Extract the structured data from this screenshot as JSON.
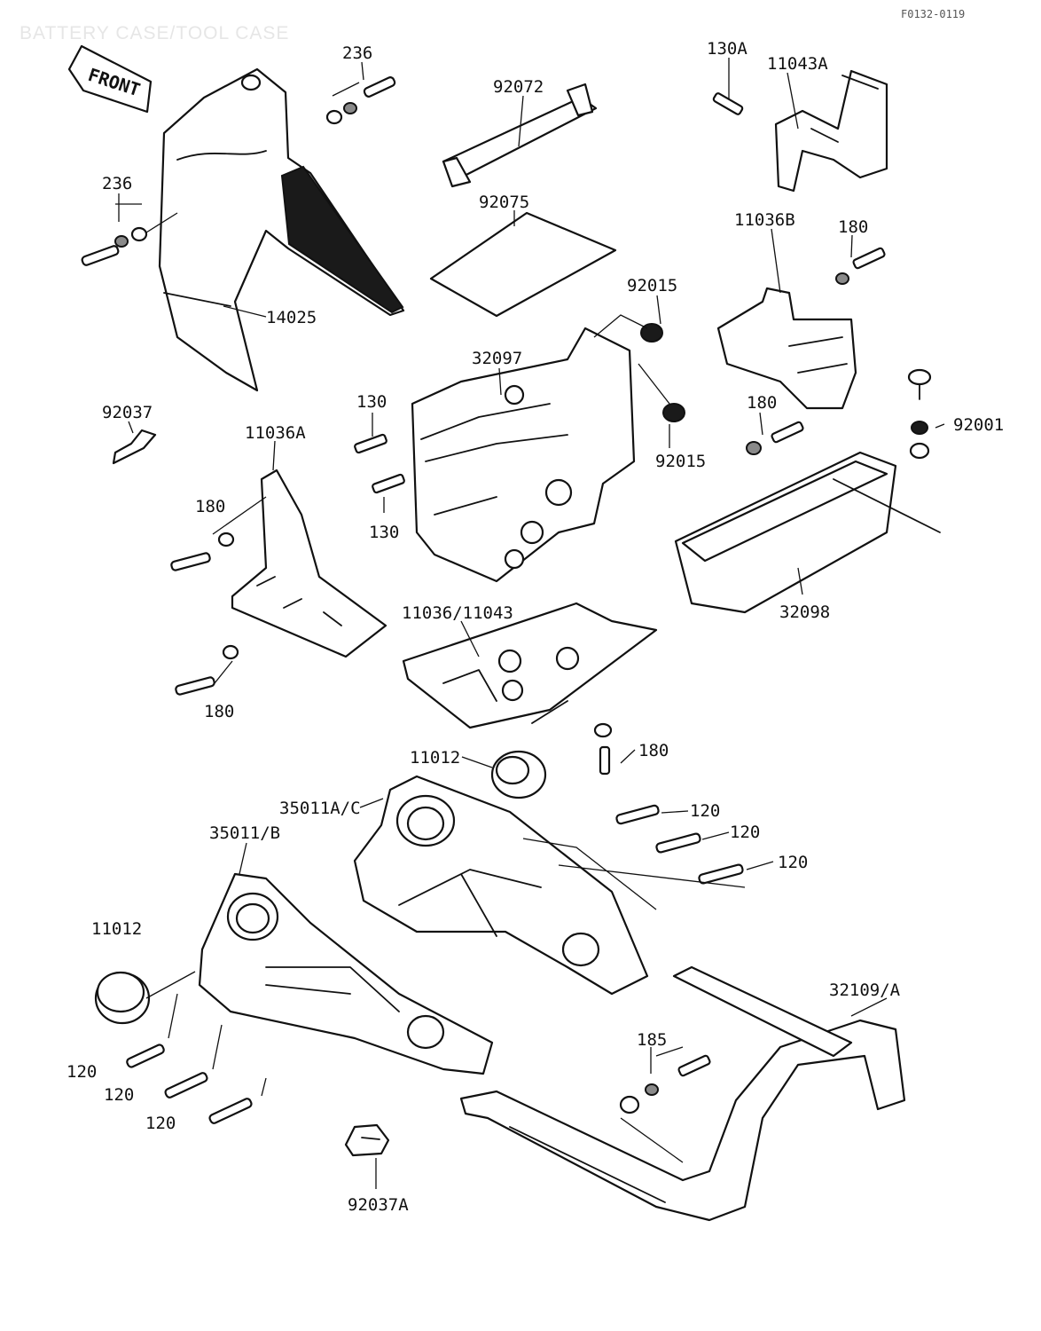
{
  "title": "BATTERY CASE/TOOL CASE",
  "diagram_code": "F0132-0119",
  "front_marker": "FRONT",
  "labels": {
    "l236a": "236",
    "l236b": "236",
    "l14025": "14025",
    "l92072": "92072",
    "l92075": "92075",
    "l130A": "130A",
    "l11043A": "11043A",
    "l11036B": "11036B",
    "l180a": "180",
    "l92015a": "92015",
    "l32097": "32097",
    "l92015b": "92015",
    "l180b": "180",
    "l92037": "92037",
    "l130a": "130",
    "l11036A": "11036A",
    "l130b": "130",
    "l180c": "180",
    "l92001": "92001",
    "l32098": "32098",
    "l11036_11043": "11036/11043",
    "l180d": "180",
    "l180e": "180",
    "l11012a": "11012",
    "l35011AC": "35011A/C",
    "l120a": "120",
    "l35011B": "35011/B",
    "l120b": "120",
    "l120c": "120",
    "l11012b": "11012",
    "l32109A": "32109/A",
    "l185": "185",
    "l120d": "120",
    "l120e": "120",
    "l120f": "120",
    "l92037A": "92037A"
  }
}
